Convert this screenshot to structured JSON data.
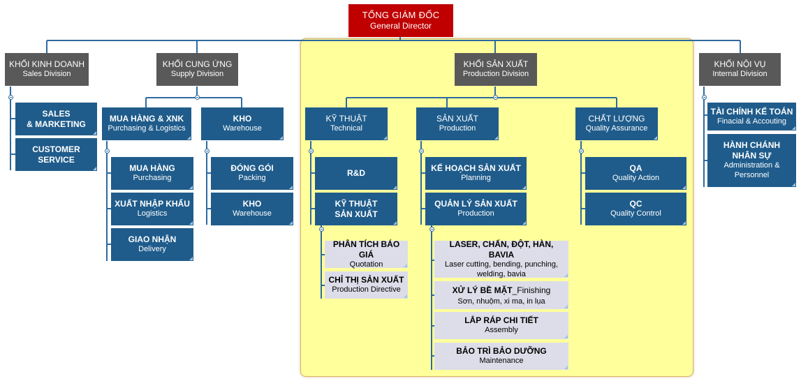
{
  "root": {
    "vi": "TỔNG GIÁM ĐỐC",
    "en": "General Director"
  },
  "sales": {
    "vi": "KHỐI KINH DOANH",
    "en": "Sales Division",
    "children": [
      {
        "vi": "SALES\n& MARKETING"
      },
      {
        "vi": "CUSTOMER\nSERVICE"
      }
    ]
  },
  "supply": {
    "vi": "KHỐI CUNG ỨNG",
    "en": "Supply Division",
    "purchasing": {
      "vi": "MUA HÀNG & XNK",
      "en": "Purchasing & Logistics",
      "children": [
        {
          "vi": "MUA HÀNG",
          "en": "Purchasing"
        },
        {
          "vi": "XUẤT NHẬP KHẨU",
          "en": "Logistics"
        },
        {
          "vi": "GIAO NHẬN",
          "en": "Delivery"
        }
      ]
    },
    "warehouse": {
      "vi": "KHO",
      "en": "Warehouse",
      "children": [
        {
          "vi": "ĐÓNG GÓI",
          "en": "Packing"
        },
        {
          "vi": "KHO",
          "en": "Warehouse"
        }
      ]
    }
  },
  "production": {
    "vi": "KHỐI SẢN XUẤT",
    "en": "Production Division",
    "technical": {
      "vi": "KỸ THUẬT",
      "en": "Technical",
      "rd": {
        "vi": "R&D"
      },
      "prodtech": {
        "vi": "KỸ THUẬT\nSẢN XUẤT"
      },
      "children": [
        {
          "vi": "PHÂN TÍCH BÁO GIÁ",
          "en": "Quotation"
        },
        {
          "vi": "CHỈ THỊ SẢN XUẤT",
          "en": "Production Directive"
        }
      ]
    },
    "prod": {
      "vi": "SẢN XUẤT",
      "en": "Production",
      "planning": {
        "vi": "KẾ HOẠCH SẢN XUẤT",
        "en": "Planning"
      },
      "mgmt": {
        "vi": "QUẢN LÝ SẢN XUẤT",
        "en": "Production"
      },
      "children": [
        {
          "vi": "LASER, CHẤN, ĐỘT, HÀN, BAVIA",
          "en": "Laser cutting, bending, punching,\nwelding, bavia"
        },
        {
          "vi": "XỬ LÝ BỀ MẶT",
          "vi_suffix": "_Finishing",
          "en": "Sơn, nhuộm, xi ma, in lụa"
        },
        {
          "vi": "LẮP RÁP CHI TIẾT",
          "en": "Assembly"
        },
        {
          "vi": "BẢO TRÌ BẢO DƯỠNG",
          "en": "Maintenance"
        }
      ]
    },
    "quality": {
      "vi": "CHẤT LƯỢNG",
      "en": "Quality Assurance",
      "children": [
        {
          "vi": "QA",
          "en": "Quality Action"
        },
        {
          "vi": "QC",
          "en": "Quality Control"
        }
      ]
    }
  },
  "internal": {
    "vi": "KHỐI NỘI VỤ",
    "en": "Internal Division",
    "children": [
      {
        "vi": "TÀI CHÍNH KẾ TOÁN",
        "en": "Finacial & Accouting"
      },
      {
        "vi": "HÀNH CHÁNH\nNHÂN SỰ",
        "en": "Administration &\nPersonnel"
      }
    ]
  },
  "colors": {
    "root": "#c00000",
    "division": "#595959",
    "unit": "#1f5c8b",
    "leaf": "#dcdde8",
    "highlight": "#ffff9c",
    "line": "#2e6aa0"
  }
}
